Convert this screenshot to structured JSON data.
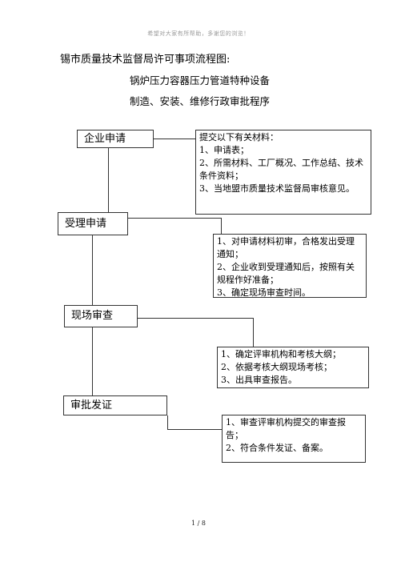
{
  "header_note": "希望对大家有所帮助，多谢您的浏览！",
  "title": "锡市质量技术监督局许可事项流程图:",
  "subtitle_1": "锅炉压力容器压力管道特种设备",
  "subtitle_2": "制造、安装、维修行政审批程序",
  "steps": [
    {
      "label": "企业申请",
      "note": [
        "提交以下有关材料：",
        "1、申请表；",
        "2、所需材料、工厂概况、工作总结、技术条件资料；",
        "3、当地盟市质量技术监督局审核意见。"
      ]
    },
    {
      "label": "受理申请",
      "note": [
        "1、对申请材料初审，合格发出受理通知；",
        "2、企业收到受理通知后，按照有关规程作好准备；",
        "3、确定现场审查时间。"
      ]
    },
    {
      "label": "现场审查",
      "note": [
        "1、确定评审机构和考核大纲；",
        "2、依据考核大纲现场考核；",
        "3、出具审查报告。"
      ]
    },
    {
      "label": "审批发证",
      "note": [
        "1、审查评审机构提交的审查报告；",
        "2、符合条件发证、备案。"
      ]
    }
  ],
  "footer": "1 / 8"
}
